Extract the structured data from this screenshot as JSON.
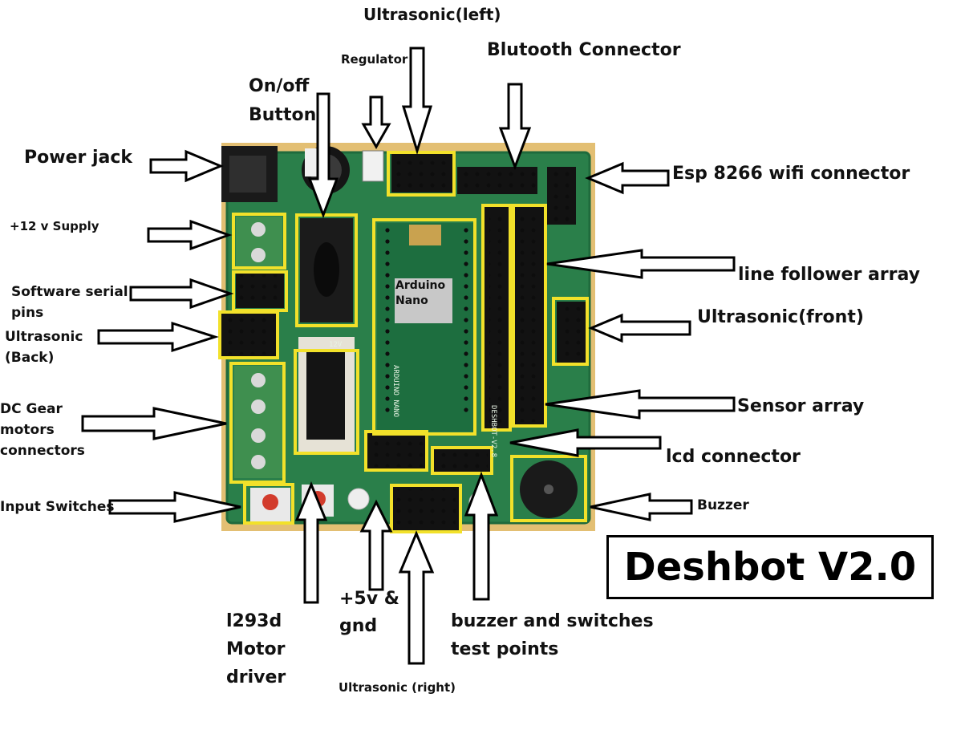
{
  "title": "Deshbot V2.0",
  "chip_label": {
    "line1": "Arduino",
    "line2": "Nano"
  },
  "labels": {
    "ultrasonic_left": "Ultrasonic(left)",
    "regulator": "Regulator",
    "bluetooth": "Blutooth Connector",
    "onoff_1": "On/off",
    "onoff_2": "Button",
    "power_jack": "Power jack",
    "esp": "Esp 8266 wifi connector",
    "supply": "+12 v Supply",
    "soft_serial_1": "Software serial",
    "soft_serial_2": "pins",
    "line_follower": "line follower array",
    "ultra_back_1": "Ultrasonic",
    "ultra_back_2": "(Back)",
    "ultra_front": "Ultrasonic(front)",
    "dc_gear_1": "DC Gear",
    "dc_gear_2": "motors",
    "dc_gear_3": "connectors",
    "sensor_array": "Sensor array",
    "lcd": "lcd connector",
    "input_switches": "Input Switches",
    "buzzer": "Buzzer",
    "l293d_1": "l293d",
    "l293d_2": "Motor",
    "l293d_3": "driver",
    "v5_1": "+5v &",
    "v5_2": "gnd",
    "buzzer_test_1": "buzzer and switches",
    "buzzer_test_2": "test points",
    "ultra_right": "Ultrasonic (right)"
  },
  "silkscreen": {
    "board_name": "DESHBOT-V2.8",
    "nano": "ARDUINO NANO",
    "volt": "12V"
  },
  "colors": {
    "board": "#2a7f4a",
    "highlight": "#f2e12a",
    "background_wood": "#e3bf73",
    "arrow_fill": "#ffffff",
    "arrow_stroke": "#000000"
  }
}
